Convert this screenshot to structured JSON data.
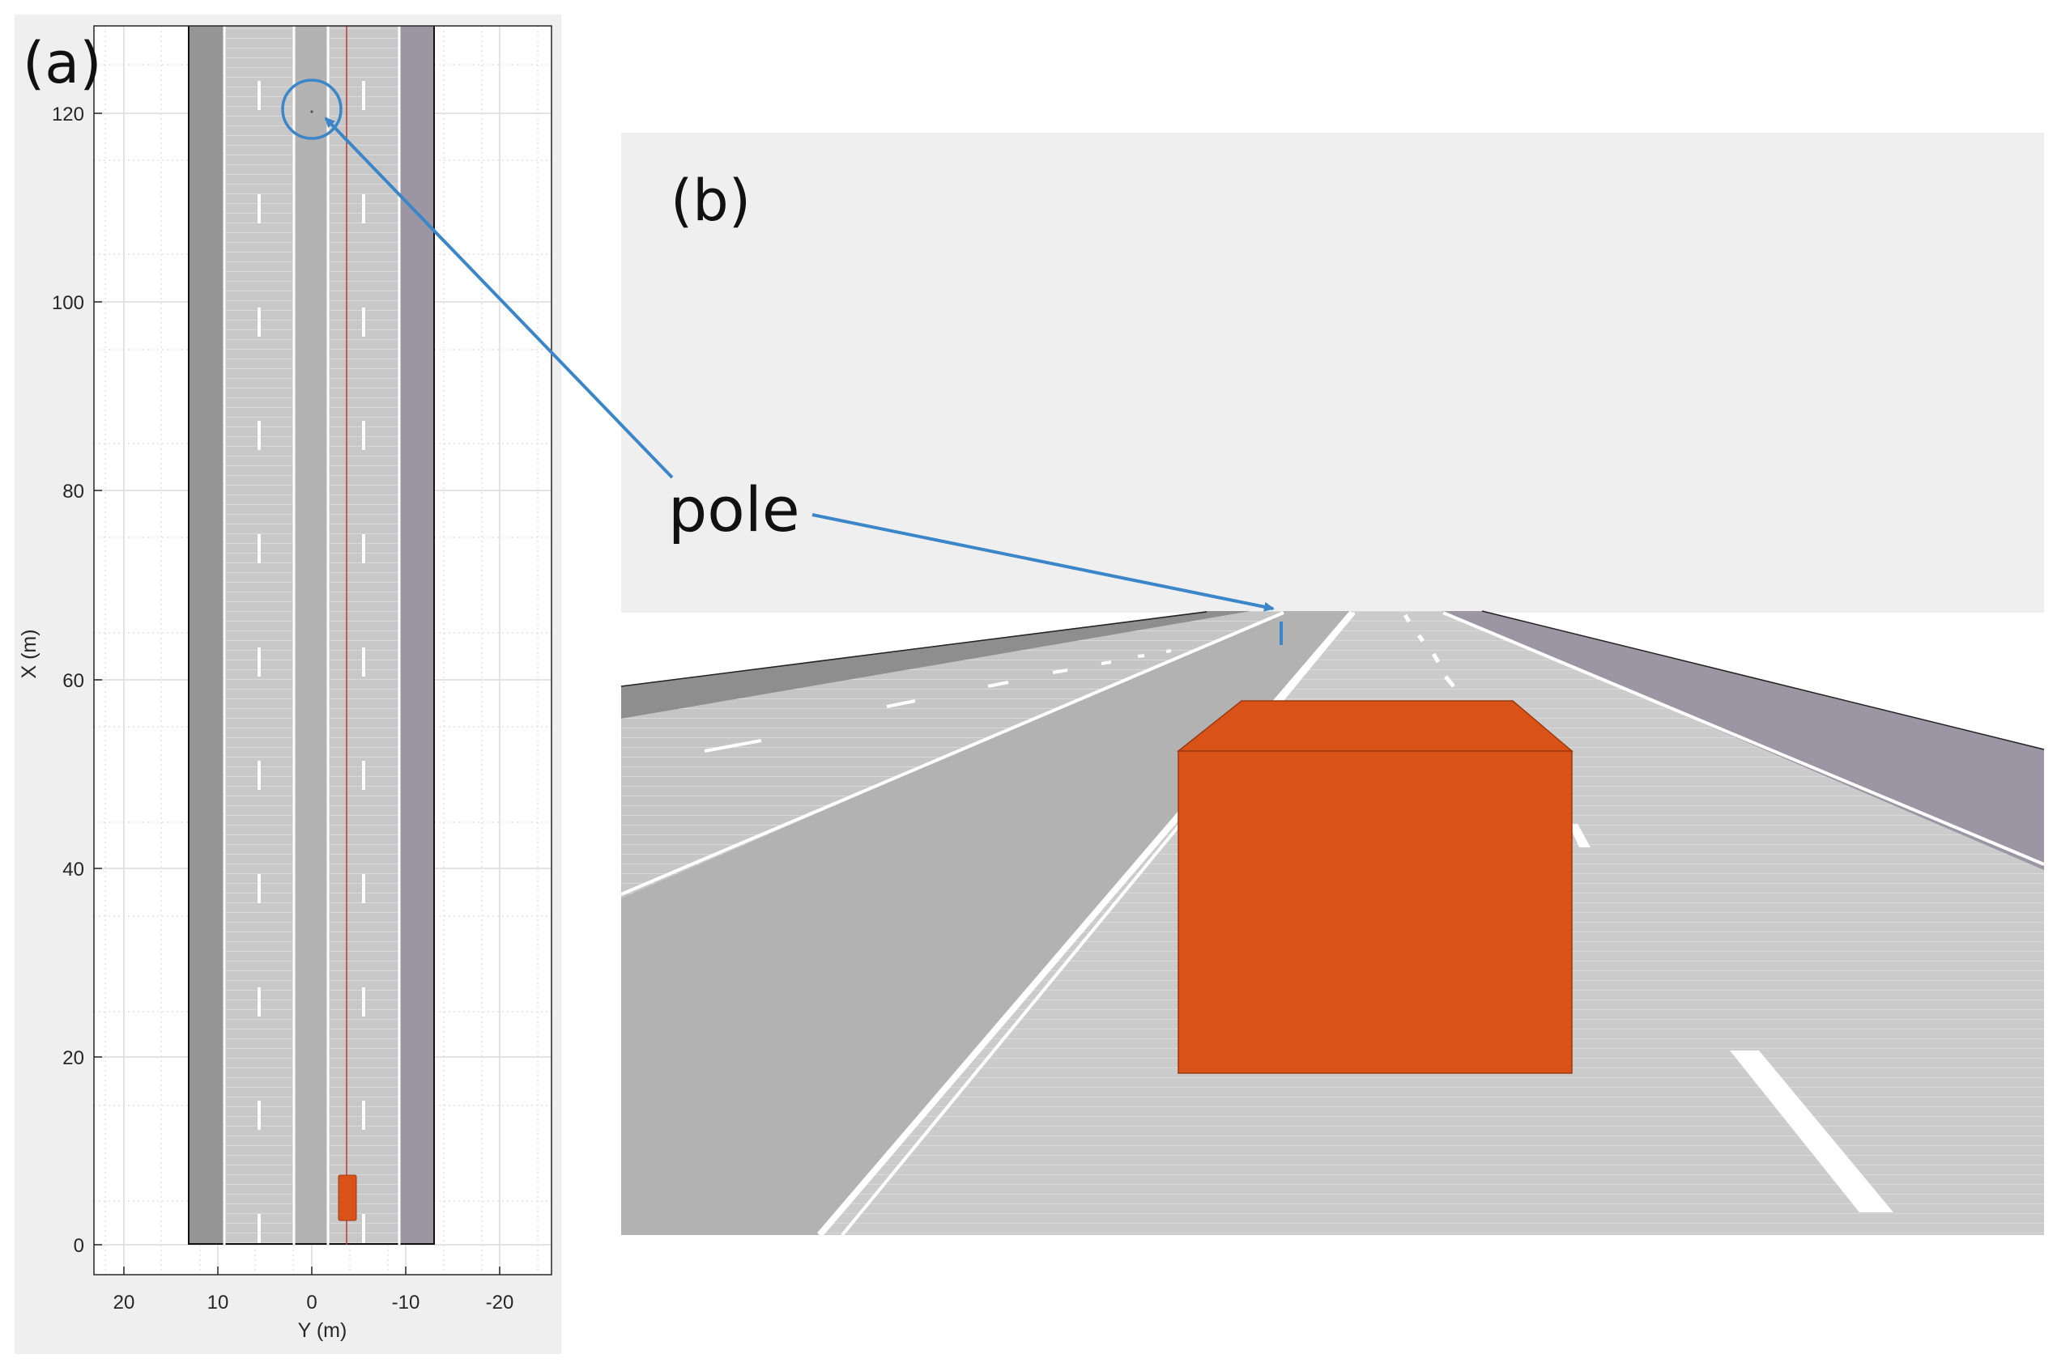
{
  "panels": {
    "a": {
      "label": "(a)"
    },
    "b": {
      "label": "(b)"
    }
  },
  "birds_eye": {
    "x_axis_title": "Y (m)",
    "y_axis_title": "X (m)",
    "x_ticks": [
      "20",
      "10",
      "0",
      "-10",
      "-20"
    ],
    "y_ticks": [
      "0",
      "20",
      "40",
      "60",
      "80",
      "100",
      "120"
    ]
  },
  "annotation": {
    "text": "pole"
  },
  "colors": {
    "vehicle": "#d95319",
    "pole_marker": "#3a86c8",
    "left_shoulder": "#959595",
    "right_shoulder": "#9c95a3",
    "lane_surface": "#cccccc",
    "sky": "#efefef"
  }
}
